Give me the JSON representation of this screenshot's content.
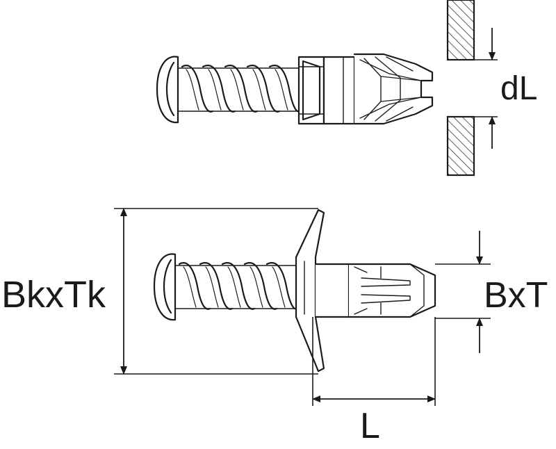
{
  "labels": {
    "gap_length": "dL",
    "head_size": "BkxTk",
    "body_size": "BxT",
    "length": "L"
  },
  "colors": {
    "stroke": "#1a1a1a",
    "background": "#ffffff"
  }
}
